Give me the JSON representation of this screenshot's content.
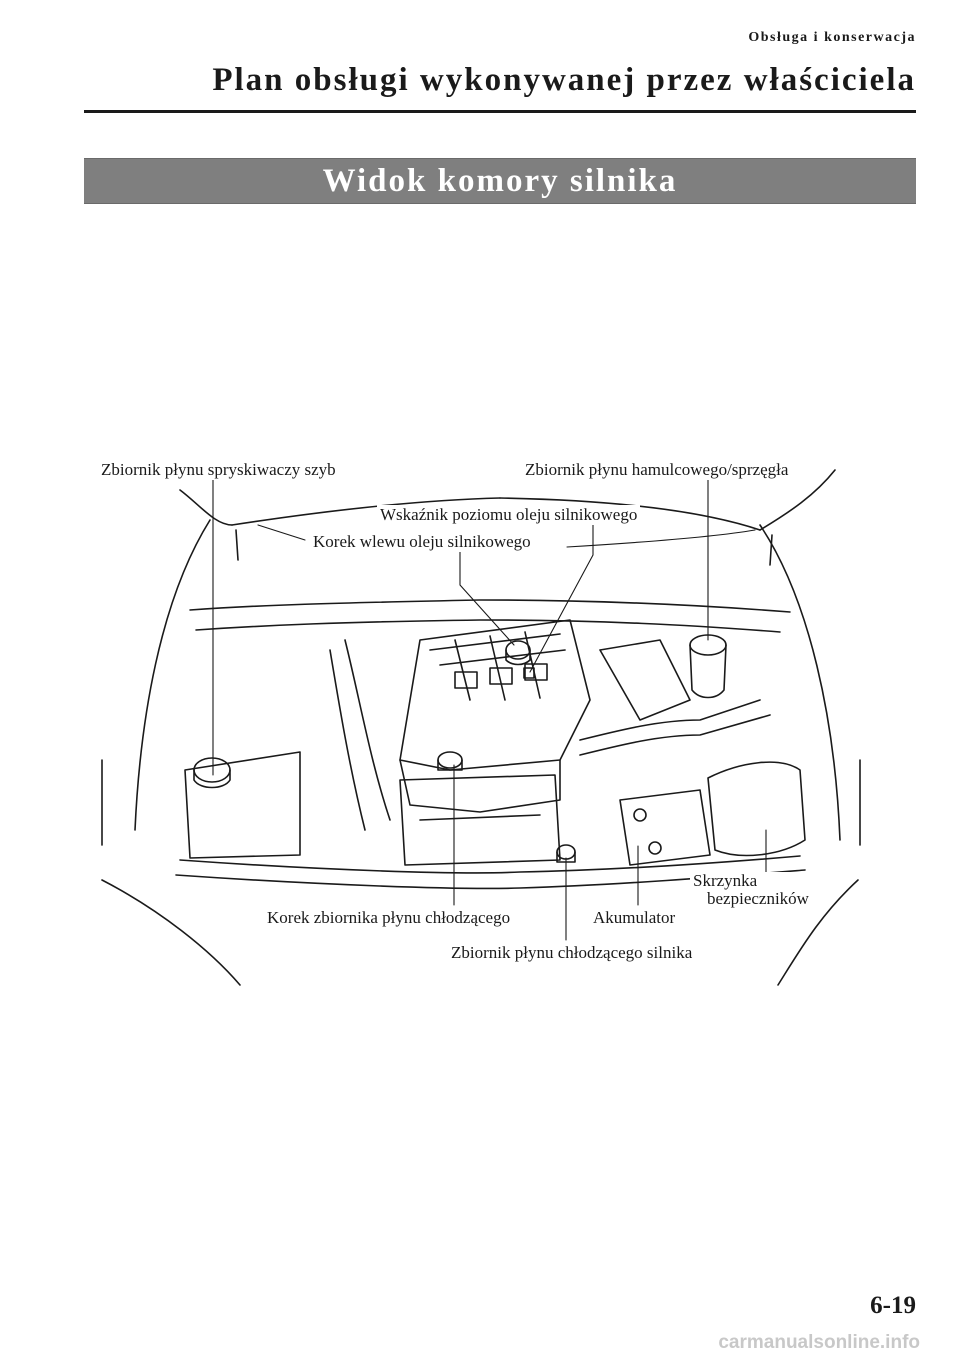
{
  "header": {
    "section": "Obsługa i konserwacja",
    "title": "Plan obsługi wykonywanej przez właściciela"
  },
  "banner": {
    "title": "Widok komory silnika"
  },
  "callouts": {
    "washer_reservoir": "Zbiornik płynu spryskiwaczy szyb",
    "brake_clutch_reservoir": "Zbiornik płynu hamulcowego/sprzęgła",
    "oil_dipstick": "Wskaźnik poziomu oleju silnikowego",
    "oil_filler_cap": "Korek wlewu oleju silnikowego",
    "coolant_cap": "Korek zbiornika płynu chłodzącego",
    "battery": "Akumulator",
    "fuse_box_line1": "Skrzynka",
    "fuse_box_line2": "bezpieczników",
    "coolant_reservoir": "Zbiornik płynu chłodzącego silnika"
  },
  "page_number": "6-19",
  "watermark": "carmanualsonline.info"
}
